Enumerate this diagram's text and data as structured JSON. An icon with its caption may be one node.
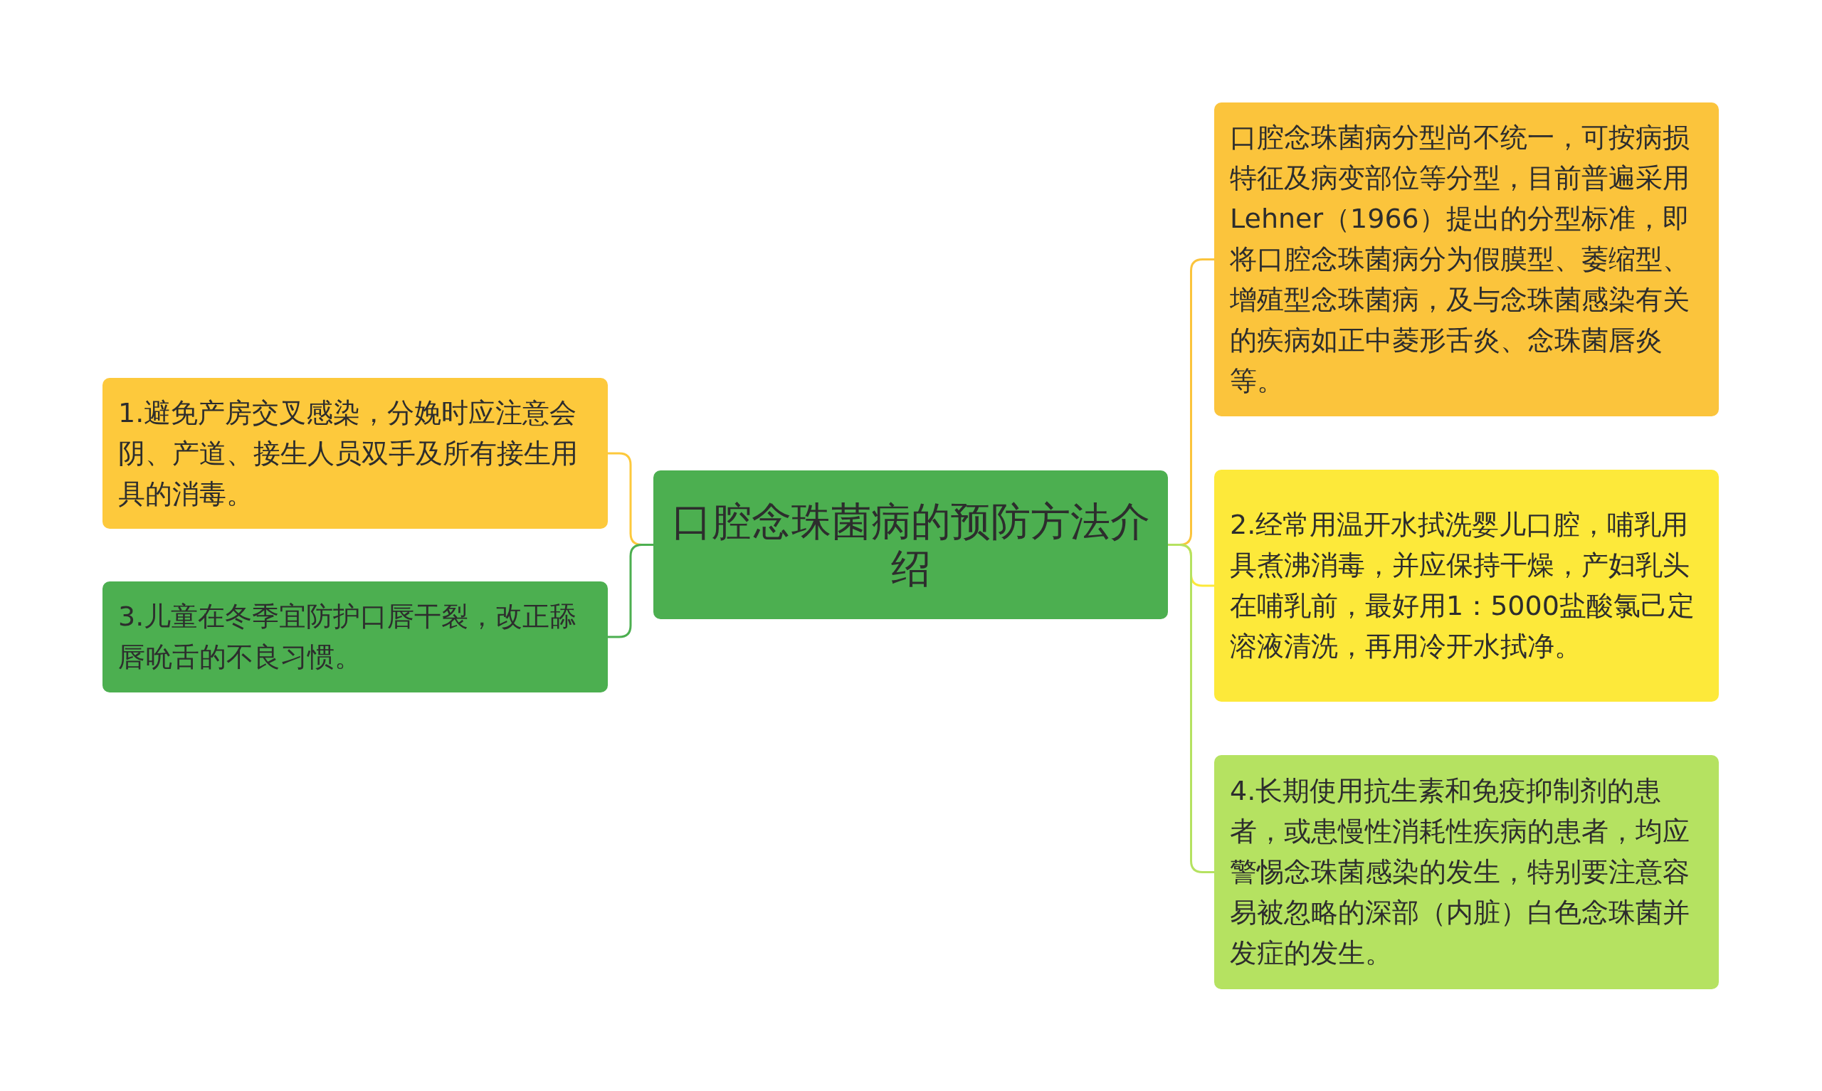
{
  "diagram": {
    "nodes": [
      {
        "text": [
          "口腔念珠菌病的预防方法介绍"
        ]
      },
      {
        "text": [
          "1.避免产房交叉感染，分娩时应注意会阴、产道、接生人员双手及所有接生用具的消毒。"
        ]
      },
      {
        "text": [
          "3.儿童在冬季宜防护口唇干裂，改正舔唇吮舌的不良习惯。"
        ]
      },
      {
        "text": [
          "口腔念珠菌病分型尚不统一，可按病损特征及病变部位等分型，目前普遍采用Lehner（1966）提出的分型标准，即将口腔念珠菌病分为假膜型、萎缩型、增殖型念珠菌病，及与念珠菌感染有关的疾病如正中菱形舌炎、念珠菌唇炎等。"
        ]
      },
      {
        "text": [
          "2.经常用温开水拭洗婴儿口腔，哺乳用具煮沸消毒，并应保持干燥，产妇乳头在哺乳前，最好用1：5000盐酸氯己定溶液清洗，再用冷开水拭净。"
        ]
      },
      {
        "text": [
          "4.长期使用抗生素和免疫抑制剂的患者，或患慢性消耗性疾病的患者，均应警惕念珠菌感染的发生，特别要注意容易被忽略的深部（内脏）白色念珠菌并发症的发生。"
        ]
      }
    ],
    "edges": [
      {
        "from": 0,
        "to": 1,
        "arrow": "none",
        "color": "#fdc93c"
      },
      {
        "from": 0,
        "to": 2,
        "arrow": "none",
        "color": "#4caf50"
      },
      {
        "from": 0,
        "to": 3,
        "arrow": "none",
        "color": "#fbc43c"
      },
      {
        "from": 0,
        "to": 4,
        "arrow": "none",
        "color": "#fde93a"
      },
      {
        "from": 0,
        "to": 5,
        "arrow": "none",
        "color": "#b5e261"
      }
    ]
  }
}
